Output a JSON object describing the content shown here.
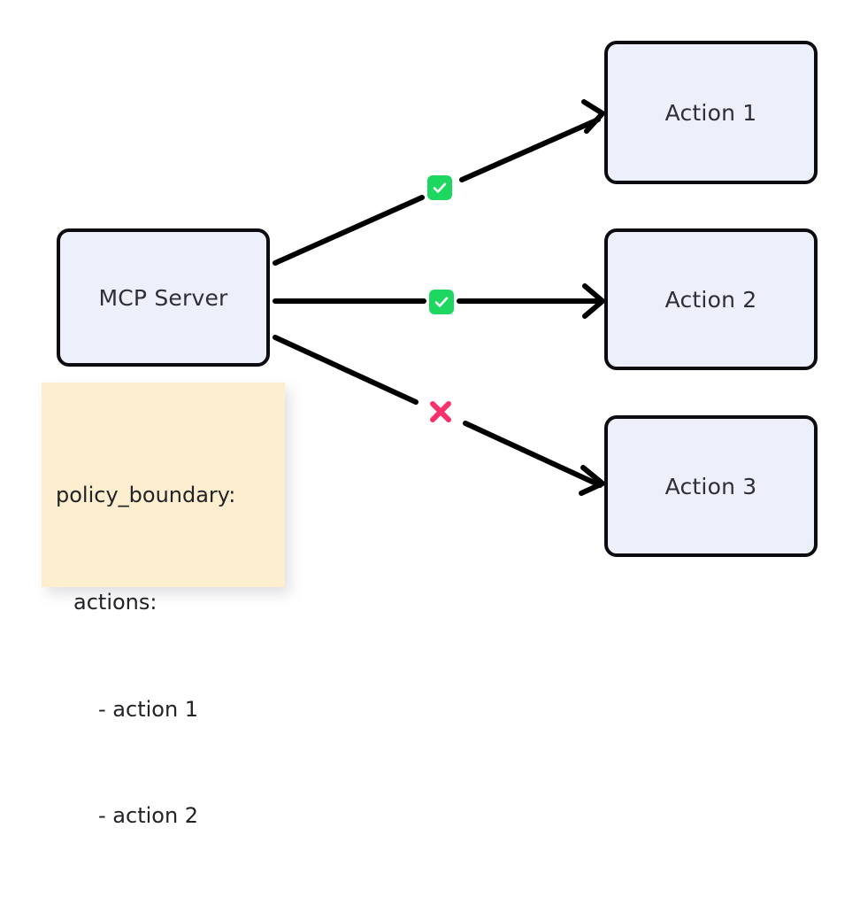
{
  "diagram": {
    "title": "MCP Server policy boundary action routing",
    "background_color": "#ffffff",
    "node_fill_color": "#edeffa",
    "node_border_color": "#0c0c10",
    "note_fill_color": "#fceecf",
    "allow_color": "#1ed760",
    "deny_color": "#f5336a",
    "edge_color": "#000000",
    "text_color": "#2e2e38"
  },
  "nodes": {
    "source": {
      "id": "mcp-server",
      "label": "MCP Server"
    },
    "targets": [
      {
        "id": "action-1",
        "label": "Action 1"
      },
      {
        "id": "action-2",
        "label": "Action 2"
      },
      {
        "id": "action-3",
        "label": "Action 3"
      }
    ]
  },
  "policy_note": {
    "lines": [
      "policy_boundary:",
      "actions:",
      "- action 1",
      "- action 2"
    ],
    "line_0": "policy_boundary:",
    "line_1": "actions:",
    "line_2": "- action 1",
    "line_3": "- action 2"
  },
  "edges": [
    {
      "from": "mcp-server",
      "to": "action-1",
      "marker": "check-icon",
      "status": "allowed"
    },
    {
      "from": "mcp-server",
      "to": "action-2",
      "marker": "check-icon",
      "status": "allowed"
    },
    {
      "from": "mcp-server",
      "to": "action-3",
      "marker": "cross-icon",
      "status": "denied"
    }
  ]
}
